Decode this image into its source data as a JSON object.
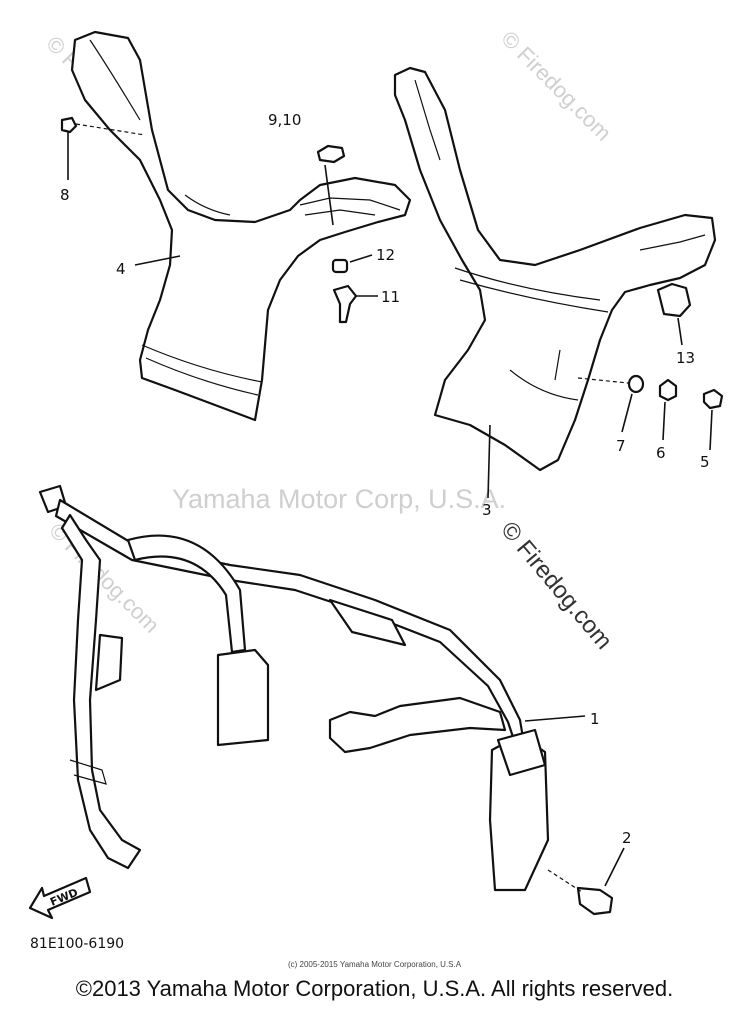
{
  "callouts": {
    "c1": "1",
    "c2": "2",
    "c3": "3",
    "c4": "4",
    "c5": "5",
    "c6": "6",
    "c7": "7",
    "c8": "8",
    "c910": "9,10",
    "c11": "11",
    "c12": "12",
    "c13": "13"
  },
  "arrow_label": "FWD",
  "watermarks": {
    "firedog": "© Firedog.com",
    "yamaha": "Yamaha Motor Corp, U.S.A."
  },
  "drawing_code": "81E100-6190",
  "small_copyright": "(c) 2005-2015 Yamaha Motor Corporation, U.S.A",
  "copyright": "©2013 Yamaha Motor Corporation, U.S.A. All rights reserved."
}
